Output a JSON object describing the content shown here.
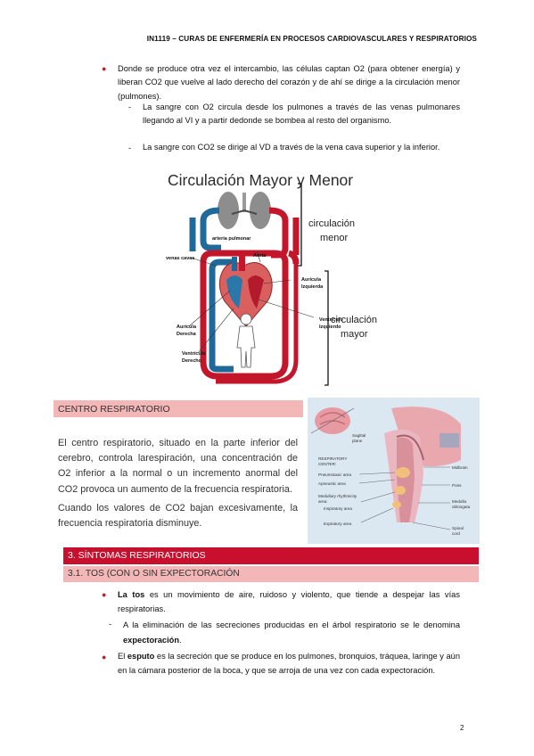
{
  "header": {
    "title": "IN1119 – CURAS DE ENFERMERÍA EN PROCESOS CARDIOVASCULARES Y RESPIRATORIOS"
  },
  "intro": {
    "bullet1": "Donde se produce otra vez el intercambio, las células captan O2 (para obtener energía) y liberan CO2 que vuelve al lado derecho del corazón y de ahí se dirige a la circulación menor (pulmones).",
    "dash1": "La sangre con O2 circula desde los pulmones a través de las venas pulmonares llegando al VI y a partir dedonde se bombea al resto del organismo.",
    "dash2": "La sangre con CO2 se dirige al VD a través de la vena cava superior y la inferior."
  },
  "figure1": {
    "title": "Circulación Mayor y Menor",
    "labels": {
      "arteria_pulmonar": "arteria pulmonar",
      "venas_cavas": "venas cavas",
      "aorta": "Aorta",
      "auricula_izq_1": "Aurícula",
      "auricula_izq_2": "Izquierda",
      "ventriculo_izq_1": "Ventrículo",
      "ventriculo_izq_2": "Izquierdo",
      "auricula_der_1": "Aurícula",
      "auricula_der_2": "Derecha",
      "ventriculo_der_1": "Ventrículo",
      "ventriculo_der_2": "Derecho",
      "menor_1": "circulación",
      "menor_2": "menor",
      "mayor_1": "circulación",
      "mayor_2": "mayor"
    }
  },
  "centro": {
    "heading": "CENTRO RESPIRATORIO",
    "para1": "El centro respiratorio, situado en la parte inferior del cerebro, controla larespiración, una concentración de O2 inferior a la normal o un incremento anormal del CO2 provoca un aumento de la frecuencia respiratoria.",
    "para2": "Cuando los valores de CO2 bajan excesivamente, la frecuencia respiratoria disminuye."
  },
  "figure2": {
    "labels": {
      "sagittal_1": "Sagittal",
      "sagittal_2": "plane",
      "resp_1": "RESPIRATORY",
      "resp_2": "CENTER:",
      "pneumotaxic": "Pneumotaxic area",
      "apneustic": "Apneustic area",
      "medullary_1": "Medullary rhythmicity",
      "medullary_2": "area:",
      "inspiratory": "Inspiratory area",
      "expiratory": "Expiratory area",
      "midbrain": "Midbrain",
      "pons": "Pons",
      "medulla_1": "Medulla",
      "medulla_2": "oblongata",
      "spinal_1": "Spinal",
      "spinal_2": "cord"
    }
  },
  "section3": {
    "title": "3. SÍNTOMAS RESPIRATORIOS",
    "sub": "3.1. TOS (CON O SIN EXPECTORACIÓN",
    "tos_bold": "La tos",
    "tos_rest": " es un movimiento de aire, ruidoso y violento, que tiende a despejar las vías respiratorias.",
    "dash_pre": "A la eliminación de las secreciones producidas en el árbol respiratorio se le denomina ",
    "dash_bold": "expectoración",
    "dash_end": ".",
    "esputo_pre": "El ",
    "esputo_bold": "esputo",
    "esputo_rest": " es la secreción que se produce en los pulmones, bronquios, tráquea, laringe y aún en la cámara posterior de la boca, y que se arroja de una vez con cada expectoración."
  },
  "footer": {
    "page": "2"
  },
  "colors": {
    "accent": "#c8102e",
    "pink": "#f3b7b8",
    "vein": "#1f6a9a",
    "artery": "#c4162a"
  }
}
